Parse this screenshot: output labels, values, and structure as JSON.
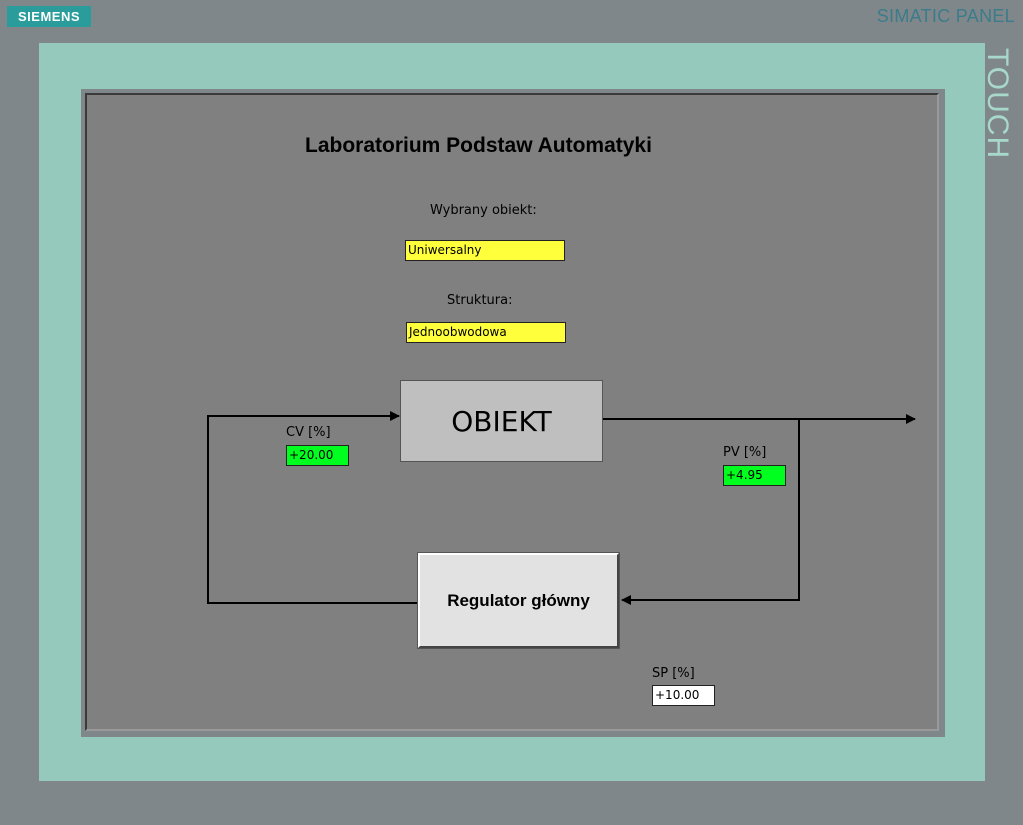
{
  "header": {
    "brand": "SIEMENS",
    "panel": "SIMATIC PANEL",
    "touch": "TOUCH"
  },
  "screen": {
    "title": "Laboratorium Podstaw Automatyki",
    "object_label": "Wybrany obiekt:",
    "object_value": "Uniwersalny",
    "structure_label": "Struktura:",
    "structure_value": "Jednoobwodowa",
    "obiekt_block": "OBIEKT",
    "regulator_block": "Regulator główny",
    "cv_label": "CV [%]",
    "cv_value": "+20.00",
    "pv_label": "PV [%]",
    "pv_value": "+4.95",
    "sp_label": "SP [%]",
    "sp_value": "+10.00"
  },
  "colors": {
    "bezel": "#95c9bc",
    "background": "#7f878a",
    "field_yellow": "#ffff3b",
    "field_green": "#00ff1e",
    "brand": "#2a9c9c"
  }
}
